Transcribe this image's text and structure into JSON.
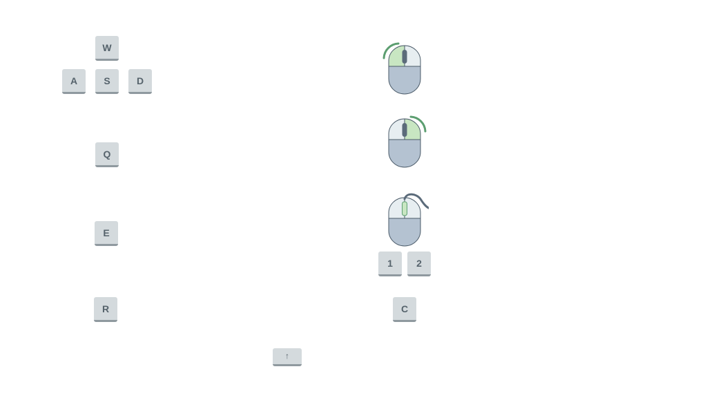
{
  "keyboard": {
    "move_keys": {
      "up": "W",
      "left": "A",
      "down": "S",
      "right": "D"
    },
    "q_key": "Q",
    "e_key": "E",
    "r_key": "R",
    "shift_key": "↑"
  },
  "mouse_controls": {
    "left_click": {
      "icon": "mouse-left-click-icon",
      "highlight": "left-button"
    },
    "right_click": {
      "icon": "mouse-right-click-icon",
      "highlight": "right-button"
    },
    "scroll_wheel": {
      "icon": "mouse-scroll-wheel-icon",
      "highlight": "wheel"
    },
    "number_keys": [
      "1",
      "2"
    ],
    "c_key": "C"
  },
  "colors": {
    "key_face": "#d4dadd",
    "key_shadow": "#8f999f",
    "key_text": "#56636c",
    "mouse_top": "#e7eef1",
    "mouse_bottom": "#b4c2d1",
    "mouse_outline": "#4a5a68",
    "highlight_fill": "#c8e6c2",
    "highlight_arc": "#5c9e70",
    "cable": "#5b6b7a"
  }
}
